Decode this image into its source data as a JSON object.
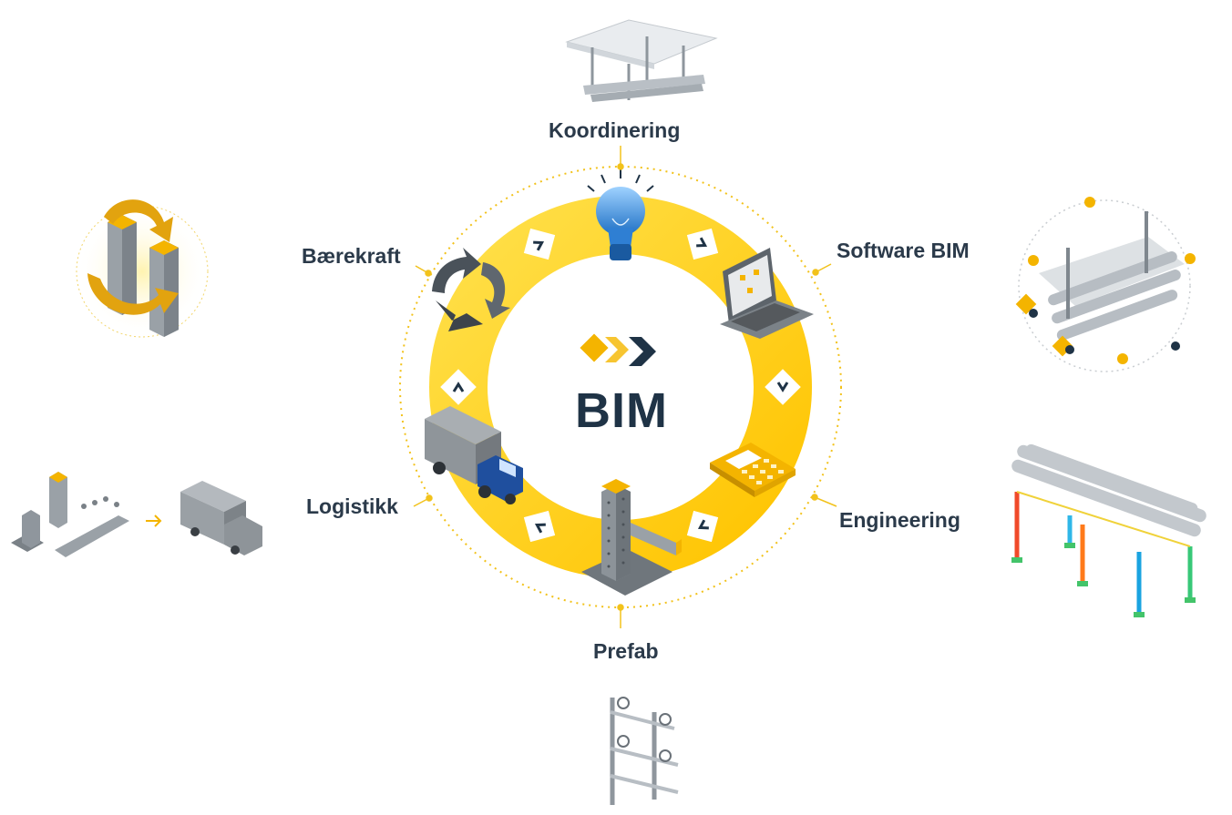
{
  "center": {
    "label": "BIM",
    "logo_name": "bim-chevron-logo"
  },
  "colors": {
    "ring": "#FFD21A",
    "accent": "#F4B400",
    "navy": "#1f3346",
    "label": "#2b3a4a",
    "dotted": "#F2C21B"
  },
  "nodes": [
    {
      "id": "koordinering",
      "label": "Koordinering"
    },
    {
      "id": "software-bim",
      "label": "Software BIM"
    },
    {
      "id": "engineering",
      "label": "Engineering"
    },
    {
      "id": "prefab",
      "label": "Prefab"
    },
    {
      "id": "logistikk",
      "label": "Logistikk"
    },
    {
      "id": "baerekraft",
      "label": "Bærekraft"
    }
  ],
  "ring_icons": [
    "lightbulb-icon",
    "laptop-icon",
    "calculator-icon",
    "steel-column-icon",
    "truck-icon",
    "recycle-arrows-icon"
  ]
}
